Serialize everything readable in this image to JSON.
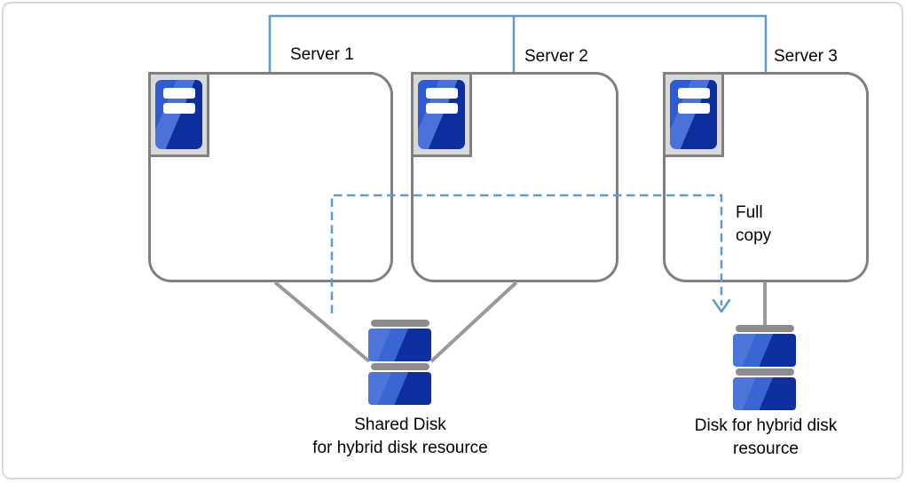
{
  "diagram": {
    "type": "cluster-architecture",
    "servers": [
      {
        "label": "Server 1"
      },
      {
        "label": "Server 2"
      },
      {
        "label": "Server 3"
      }
    ],
    "annotations": {
      "full_copy": "Full copy"
    },
    "disks": {
      "shared": {
        "label_lines": [
          "Shared Disk",
          "for hybrid disk resource"
        ]
      },
      "hybrid": {
        "label_lines": [
          "Disk for hybrid disk",
          "resource"
        ]
      }
    },
    "icons": {
      "server": "server-tower-icon",
      "disk": "disk-stack-icon",
      "arrowhead": "chevron-down-arrowhead-icon"
    },
    "colors": {
      "connector_blue": "#5b9bd5",
      "box_border_gray": "#7f7f7f",
      "line_gray": "#999999",
      "frame_gray": "#d9d9d9",
      "icon_blue": "#2c5bd2",
      "icon_blue_dark": "#0d2f9e",
      "disk_cap_gray": "#8c8c8c",
      "text_black": "#000000"
    }
  }
}
